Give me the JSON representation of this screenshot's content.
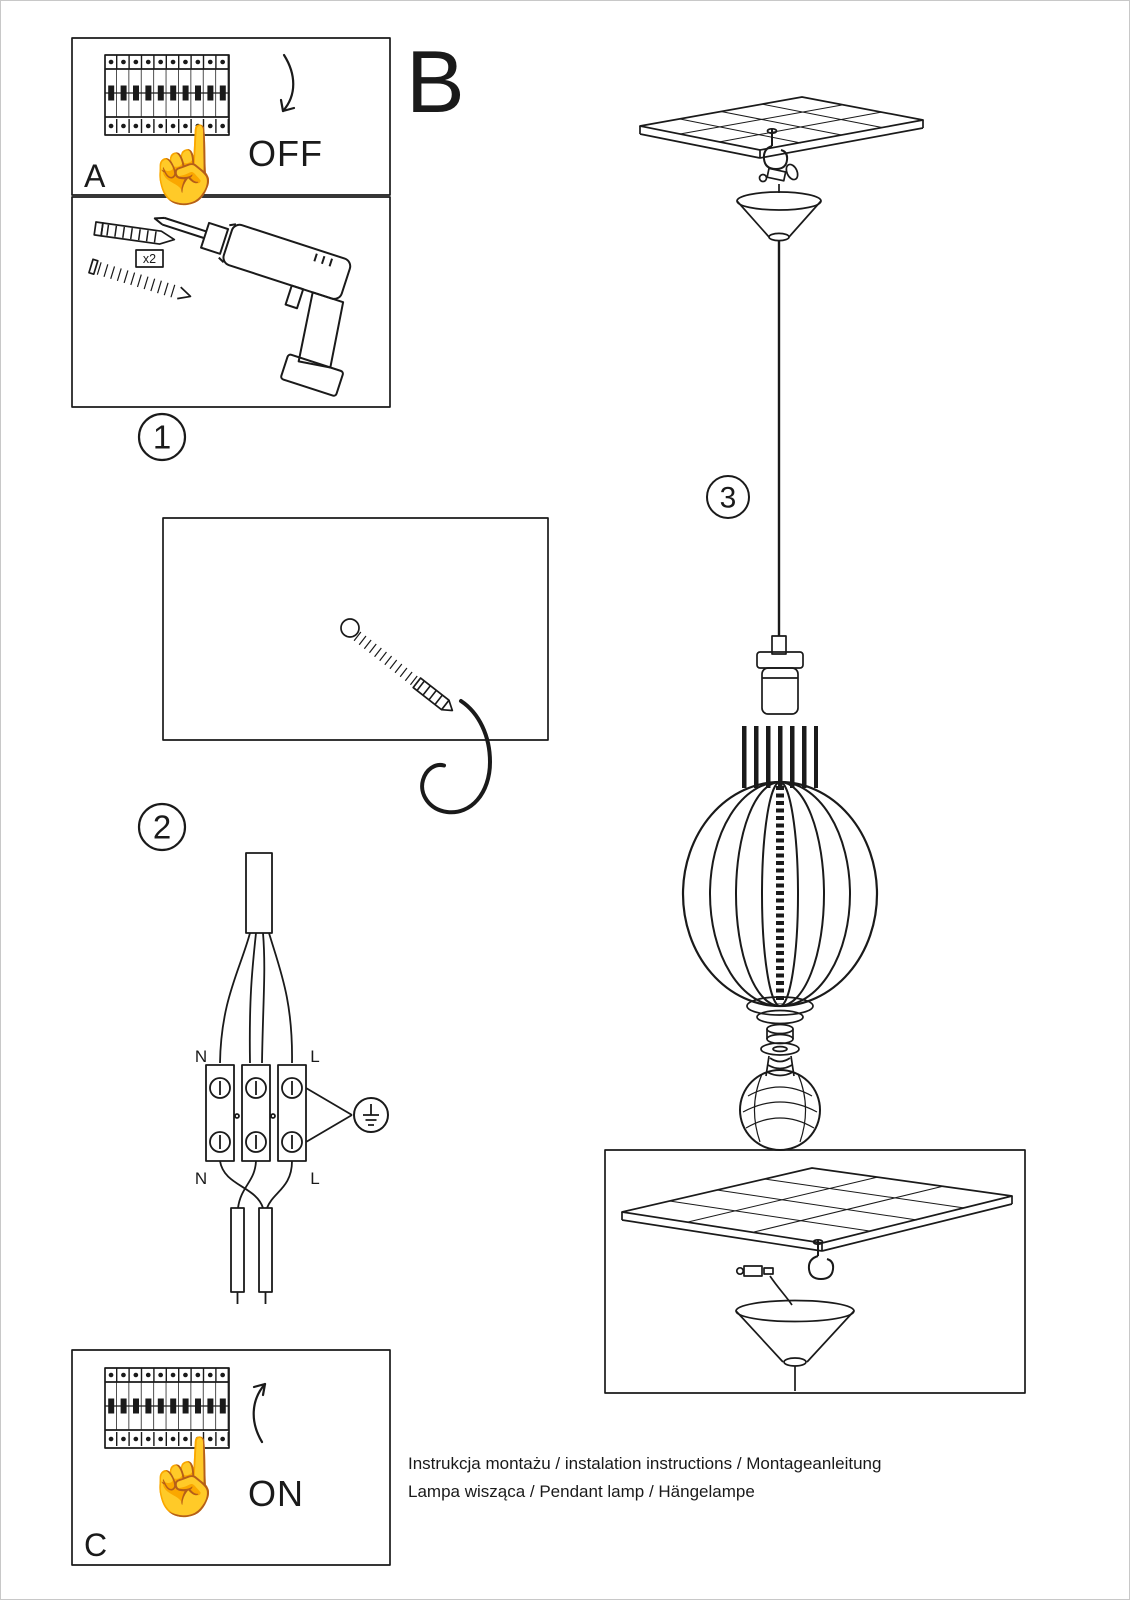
{
  "colors": {
    "line": "#1a1a1a",
    "page_bg": "#ffffff",
    "page_border": "#c8c8c8"
  },
  "steps": {
    "a": "A",
    "b": "B",
    "c": "C"
  },
  "power": {
    "off": "OFF",
    "on": "ON"
  },
  "step_numbers": {
    "one": "1",
    "two": "2",
    "three": "3"
  },
  "tools": {
    "anchor_quantity": "x2"
  },
  "wiring_labels": {
    "n_top": "N",
    "l_top": "L",
    "n_bottom": "N",
    "l_bottom": "L"
  },
  "icons": {
    "pointing_hand": "☝"
  },
  "footer": {
    "line1": "Instrukcja montażu / instalation instructions / Montageanleitung",
    "line2": "Lampa wisząca / Pendant lamp / Hängelampe"
  }
}
